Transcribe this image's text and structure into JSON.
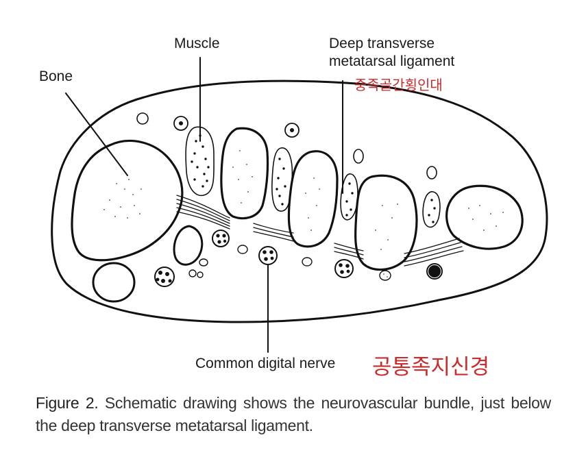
{
  "labels": {
    "bone": "Bone",
    "muscle": "Muscle",
    "ligament_line1": "Deep transverse",
    "ligament_line2": "metatarsal ligament",
    "ligament_korean": "중족골간횡인대",
    "nerve": "Common digital nerve",
    "nerve_korean": "공통족지신경"
  },
  "caption": {
    "figure_id": "Figure 2.",
    "text": "Schematic drawing shows the neurovascular bundle, just below the deep transverse metatarsal ligament."
  },
  "colors": {
    "ink": "#111111",
    "label_text": "#1a1a1a",
    "korean_accent": "#cc2b2b",
    "caption_text": "#333333"
  }
}
